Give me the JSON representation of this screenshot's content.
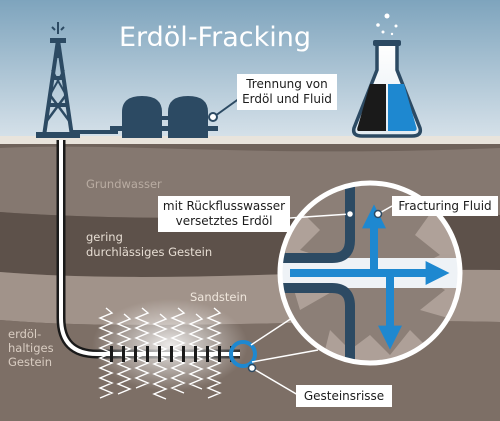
{
  "title": "Erdöl-Fracking",
  "callouts": {
    "separation_line1": "Trennung  von",
    "separation_line2": "Erdöl und Fluid",
    "returnwater_line1": "mit Rückflusswasser",
    "returnwater_line2": "versetztes Erdöl",
    "fracturing_fluid": "Fracturing Fluid",
    "rock_cracks": "Gesteinsrisse"
  },
  "layers": {
    "groundwater": "Grundwasser",
    "low_perm_line1": "gering",
    "low_perm_line2": "durchlässiges Gestein",
    "sandstone": "Sandstein",
    "oil_line1": "erdöl-",
    "oil_line2": "haltiges",
    "oil_line3": "Gestein"
  },
  "colors": {
    "sky": "#a7c2d3",
    "structure_navy": "#2c4a63",
    "ground_surface": "#e9e4dc",
    "fluid_blue": "#1e88d0",
    "oil_black": "#1a1a1a",
    "layer_text": "#f0e6da"
  },
  "icons": [
    "derrick-icon",
    "storage-tanks-icon",
    "flask-icon"
  ]
}
